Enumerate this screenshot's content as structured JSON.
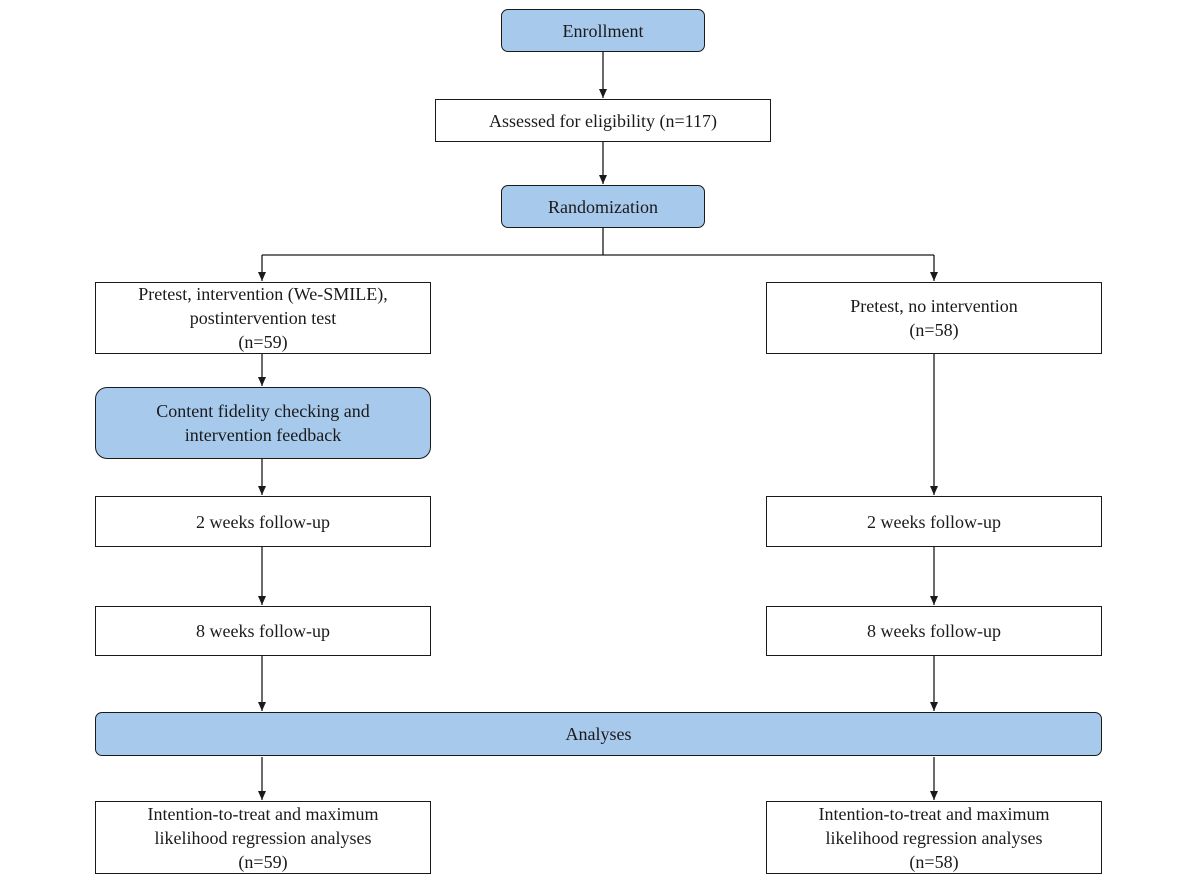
{
  "colors": {
    "highlight_fill": "#a7c9ec",
    "border": "#1a1a1a",
    "background": "#ffffff"
  },
  "enrollment": {
    "label": "Enrollment"
  },
  "eligibility": {
    "label": "Assessed for eligibility (n=117)"
  },
  "randomization": {
    "label": "Randomization"
  },
  "intervention_arm": {
    "group": {
      "lines": [
        "Pretest, intervention (We-SMILE),",
        "postintervention test",
        "(n=59)"
      ]
    },
    "fidelity": {
      "lines": [
        "Content fidelity checking and",
        "intervention feedback"
      ]
    },
    "followup_2w": {
      "label": "2 weeks follow-up"
    },
    "followup_8w": {
      "label": "8 weeks follow-up"
    },
    "analysis": {
      "lines": [
        "Intention-to-treat and maximum",
        "likelihood regression analyses",
        "(n=59)"
      ]
    }
  },
  "control_arm": {
    "group": {
      "lines": [
        "Pretest, no intervention",
        "(n=58)"
      ]
    },
    "followup_2w": {
      "label": "2 weeks follow-up"
    },
    "followup_8w": {
      "label": "8 weeks follow-up"
    },
    "analysis": {
      "lines": [
        "Intention-to-treat and maximum",
        "likelihood regression analyses",
        "(n=58)"
      ]
    }
  },
  "analyses": {
    "label": "Analyses"
  }
}
